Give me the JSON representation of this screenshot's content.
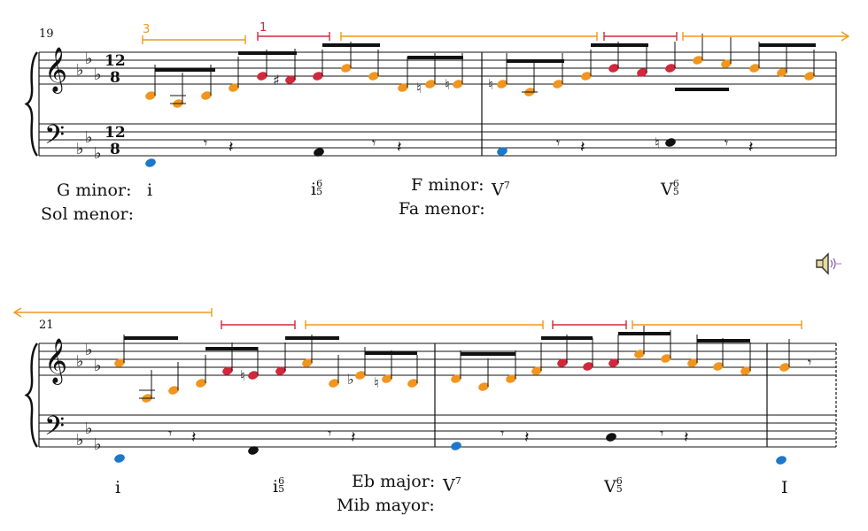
{
  "systems": [
    {
      "measure_number": "19",
      "time_signature": "12/8",
      "key_signature": "3 flats",
      "keys": [
        {
          "name": "G minor:",
          "alt": "Sol menor:"
        },
        {
          "name": "F minor:",
          "alt": "Fa menor:"
        }
      ],
      "chords": [
        "i",
        "i",
        "V",
        "V"
      ],
      "chord_figures": [
        "",
        "6/5",
        "7",
        "6/5"
      ],
      "bracket_numbers": [
        "3",
        "1"
      ]
    },
    {
      "measure_number": "21",
      "keys": [
        {
          "name": "Eb major:",
          "alt": "Mib mayor:"
        }
      ],
      "chords": [
        "i",
        "i",
        "V",
        "V",
        "I"
      ],
      "chord_figures": [
        "",
        "6/5",
        "7",
        "6/5",
        ""
      ]
    }
  ],
  "colors": {
    "orange": "#f0961e",
    "red": "#d2283c",
    "blue": "#1e78c8",
    "ink": "#111111"
  },
  "icons": {
    "audio": "speaker-icon"
  }
}
